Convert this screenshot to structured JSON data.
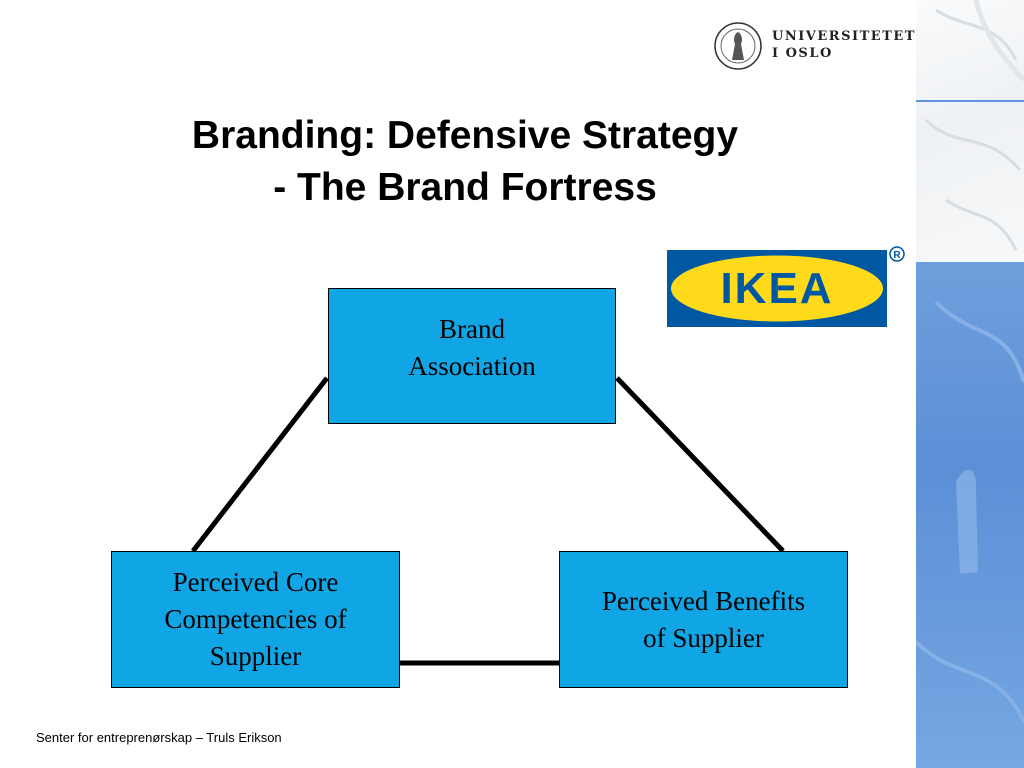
{
  "header": {
    "university_logo_text": [
      "UNIVERSITETET",
      "I OSLO"
    ]
  },
  "slide": {
    "title_line1": "Branding: Defensive Strategy",
    "title_line2": "- The Brand Fortress"
  },
  "brand_logo": {
    "text": "IKEA",
    "registered_mark": "®",
    "colors": {
      "background": "#0058a3",
      "ellipse": "#ffda1a",
      "text": "#0058a3"
    }
  },
  "diagram": {
    "box_color": "#10a6e6",
    "nodes": [
      {
        "id": "brand-association",
        "lines": [
          "Brand",
          "Association"
        ]
      },
      {
        "id": "core-competencies",
        "lines": [
          "Perceived Core",
          "Competencies of",
          "Supplier"
        ]
      },
      {
        "id": "benefits",
        "lines": [
          "Perceived Benefits",
          "of Supplier"
        ]
      }
    ],
    "edges": [
      [
        "brand-association",
        "core-competencies"
      ],
      [
        "brand-association",
        "benefits"
      ],
      [
        "core-competencies",
        "benefits"
      ]
    ]
  },
  "footer": {
    "text": "Senter for entreprenørskap – Truls Erikson"
  }
}
